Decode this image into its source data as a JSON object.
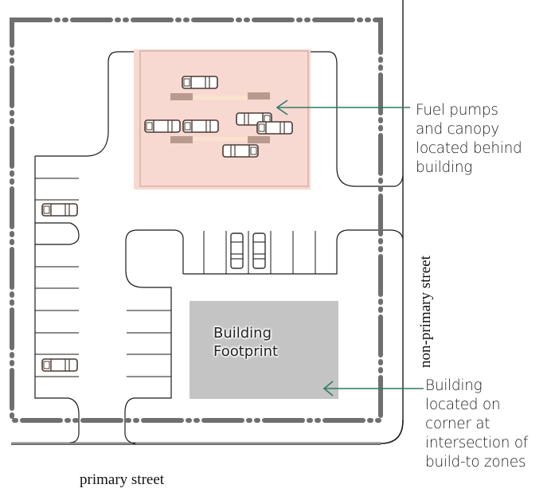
{
  "diagram": {
    "title": "Fuel station site plan",
    "colors": {
      "setback": "#6f6f6f",
      "canopy_fill": "#f8d9d2",
      "canopy_border": "#d9b2a8",
      "pump_island": "#b89a8e",
      "building_fill": "#c4c4c4",
      "leader": "#2f7a62",
      "linework": "#1a1a1a",
      "car": "#4a3a34"
    },
    "labels": {
      "building": "Building\nFootprint",
      "primary_street": "primary street",
      "non_primary_street": "non-primary street"
    },
    "callouts": [
      {
        "id": "fuel-pumps",
        "text": "Fuel pumps\nand canopy\nlocated behind\nbuilding"
      },
      {
        "id": "building-corner",
        "text": "Building\nlocated on\ncorner at\nintersection of\nbuild-to zones"
      }
    ],
    "counts": {
      "cars_under_canopy": 6,
      "pump_islands": 4,
      "parked_cars": 4
    }
  }
}
